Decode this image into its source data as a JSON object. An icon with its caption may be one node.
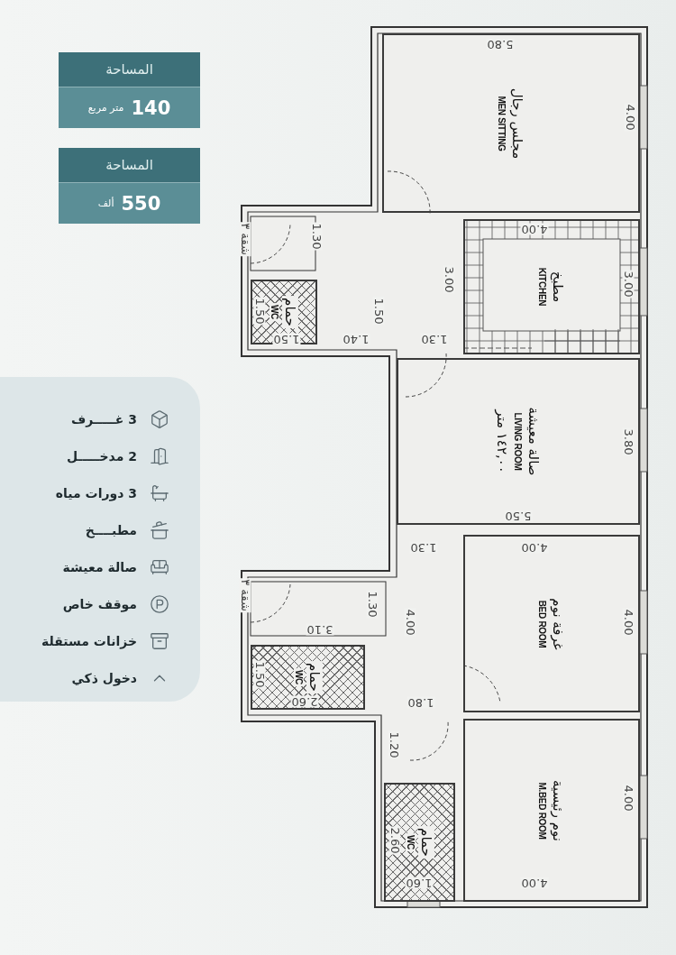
{
  "diagram": {
    "nodes": [
      {
        "text": [
          "المساحة",
          "140",
          "متر مربع"
        ]
      },
      {
        "text": [
          "المساحة",
          "550",
          "ألف"
        ]
      },
      {
        "text": [
          "3 غـــــرف",
          "2 مدخـــــل",
          "3 دورات مياه",
          "مطبــــخ",
          "صالة معيشة",
          "موقف خاص",
          "خزانات مستقلة",
          "دخول ذكي"
        ]
      },
      {
        "text": [
          "مجلس رجال",
          "MEN SITTING"
        ]
      },
      {
        "text": [
          "مطبخ",
          "KITCHEN"
        ]
      },
      {
        "text": [
          "حمام",
          "WC"
        ]
      },
      {
        "text": [
          "صالة معيشة",
          "LIVING ROOM",
          "١٤٢,٠٠ متر"
        ]
      },
      {
        "text": [
          "غرفة نوم",
          "BED ROOM"
        ]
      },
      {
        "text": [
          "حمام",
          "WC"
        ]
      },
      {
        "text": [
          "حمام",
          "WC"
        ]
      },
      {
        "text": [
          "نوم رئيسية",
          "M.BED ROOM"
        ]
      }
    ],
    "labels": [
      "5.80",
      "4.00",
      "4.00",
      "3.00",
      "شقة ٣",
      "1.30",
      "3.00",
      "1.50",
      "1.50",
      "1.50",
      "1.40",
      "1.30",
      "3.80",
      "5.50",
      "1.30",
      "4.00",
      "4.00",
      "4.00",
      "شقة ٣",
      "1.30",
      "3.10",
      "1.50",
      "2.60",
      "1.80",
      "1.20",
      "2.60",
      "1.60",
      "4.00",
      "4.00"
    ]
  }
}
